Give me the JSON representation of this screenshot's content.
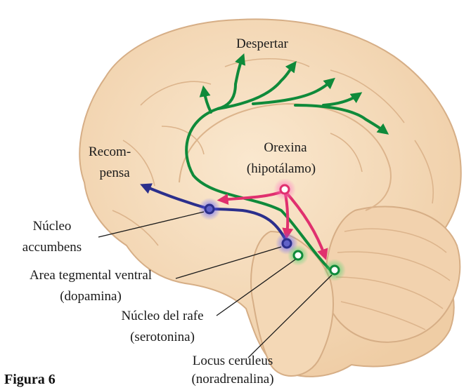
{
  "labels": {
    "despertar": "Despertar",
    "recompensa_1": "Recom-",
    "recompensa_2": "pensa",
    "orexina_1": "Orexina",
    "orexina_2": "(hipotálamo)",
    "accumbens_1": "Núcleo",
    "accumbens_2": "accumbens",
    "vta_1": "Area tegmental ventral",
    "vta_2": "(dopamina)",
    "rafe_1": "Núcleo del rafe",
    "rafe_2": "(serotonina)",
    "locus_1": "Locus ceruleus",
    "locus_2": "(noradrenalina)"
  },
  "figure": {
    "caption": "Figura 6"
  },
  "colors": {
    "brain_fill": "#f5dcbc",
    "brain_shade": "#ecc9a0",
    "brain_line": "#d6ae86",
    "green_path": "#0f8a3a",
    "blue_path": "#2b2f8c",
    "pink_path": "#e0306e",
    "text": "#1a1a1a"
  }
}
